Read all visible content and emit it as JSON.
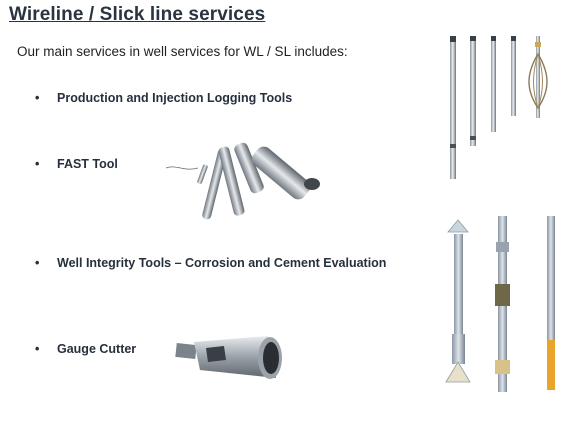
{
  "slide": {
    "title": "Wireline / Slick line services",
    "intro": "Our main services in well services for WL / SL includes:",
    "bullet_glyph": "•",
    "items": [
      {
        "label": "Production and Injection Logging Tools"
      },
      {
        "label": "FAST Tool"
      },
      {
        "label": "Well Integrity Tools – Corrosion and Cement Evaluation"
      },
      {
        "label": "Gauge Cutter"
      }
    ]
  },
  "images": {
    "logging_tools": "logging-tools-image",
    "fast_tool": "fast-tool-image",
    "integrity_tools": "integrity-tools-image",
    "gauge_cutter": "gauge-cutter-image"
  }
}
